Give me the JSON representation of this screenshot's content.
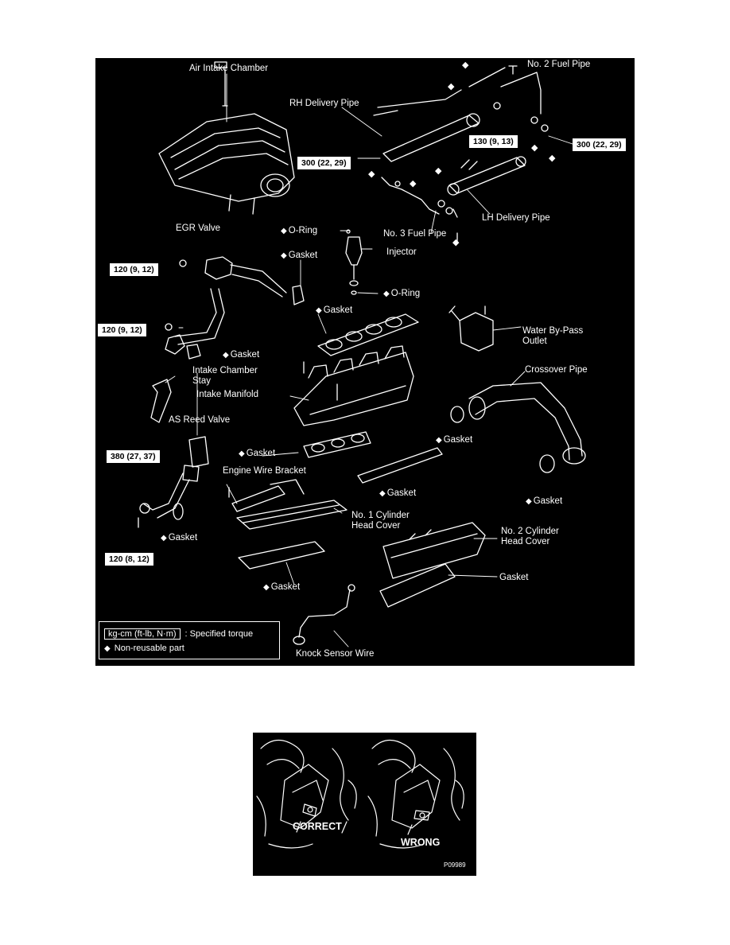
{
  "main": {
    "labels": {
      "air_intake_chamber": "Air Intake Chamber",
      "no2_fuel_pipe": "No. 2 Fuel Pipe",
      "rh_delivery_pipe": "RH Delivery Pipe",
      "lh_delivery_pipe": "LH Delivery Pipe",
      "no3_fuel_pipe": "No. 3 Fuel Pipe",
      "egr_valve": "EGR Valve",
      "o_ring_top": "O-Ring",
      "gasket_injector": "Gasket",
      "injector": "Injector",
      "o_ring_bottom": "O-Ring",
      "gasket_intake": "Gasket",
      "gasket_egr": "Gasket",
      "water_bypass_outlet": "Water By-Pass Outlet",
      "intake_chamber_stay": "Intake Chamber Stay",
      "intake_manifold": "Intake Manifold",
      "crossover_pipe": "Crossover Pipe",
      "as_reed_valve": "AS Reed Valve",
      "gasket_manifold": "Gasket",
      "gasket_crossover": "Gasket",
      "gasket_lower_mid": "Gasket",
      "gasket_crossover_bottom": "Gasket",
      "engine_wire_bracket": "Engine Wire Bracket",
      "no1_cylinder_head_cover": "No. 1 Cylinder Head Cover",
      "no2_cylinder_head_cover": "No. 2 Cylinder Head Cover",
      "gasket_reed": "Gasket",
      "gasket_cover": "Gasket",
      "gasket_no1_cover": "Gasket",
      "knock_sensor_wire": "Knock Sensor Wire"
    },
    "torque_specs": {
      "t_130": "130 (9, 13)",
      "t_300_right": "300 (22, 29)",
      "t_300_left": "300 (22, 29)",
      "t_120_egr_top": "120 (9, 12)",
      "t_120_egr_bottom": "120 (9, 12)",
      "t_380": "380 (27, 37)",
      "t_120_reed": "120 (8, 12)"
    },
    "legend": {
      "torque_unit": "kg-cm (ft-lb, N·m)",
      "torque_desc": ": Specified torque",
      "nonreusable": "Non-reusable part"
    },
    "symbols": {
      "diamond": "◆"
    }
  },
  "detail": {
    "correct": "CORRECT",
    "wrong": "WRONG",
    "code": "P09989"
  }
}
